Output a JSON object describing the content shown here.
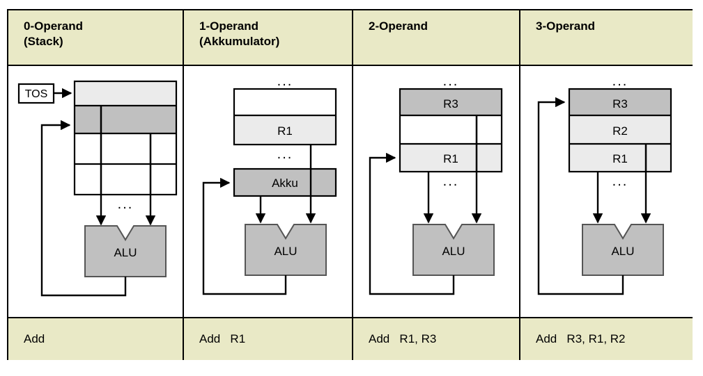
{
  "colors": {
    "header_bg": "#e9e9c6",
    "footer_bg": "#e9e9c6",
    "dark_gray": "#c0c0c0",
    "light_gray": "#ebebeb",
    "white": "#ffffff",
    "line": "#000000"
  },
  "columns": [
    {
      "id": "col-0-operand",
      "header": "0-Operand\n(Stack)",
      "instruction": "Add",
      "alu_label": "ALU",
      "pointer_label": "TOS",
      "ellipsis": "...",
      "stack_rows": [
        {
          "label": "",
          "fill": "light_gray"
        },
        {
          "label": "",
          "fill": "dark_gray"
        },
        {
          "label": "",
          "fill": "white"
        },
        {
          "label": "",
          "fill": "white"
        }
      ]
    },
    {
      "id": "col-1-operand",
      "header": "1-Operand\n(Akkumulator)",
      "instruction": "Add   R1",
      "alu_label": "ALU",
      "accumulator_label": "Akku",
      "ellipsis": "...",
      "stack_rows": [
        {
          "label": "",
          "fill": "white"
        },
        {
          "label": "R1",
          "fill": "light_gray"
        }
      ]
    },
    {
      "id": "col-2-operand",
      "header": "2-Operand",
      "instruction": "Add   R1, R3",
      "alu_label": "ALU",
      "ellipsis": "...",
      "stack_rows": [
        {
          "label": "R3",
          "fill": "dark_gray"
        },
        {
          "label": "",
          "fill": "white"
        },
        {
          "label": "R1",
          "fill": "light_gray"
        }
      ]
    },
    {
      "id": "col-3-operand",
      "header": "3-Operand",
      "instruction": "Add   R3, R1, R2",
      "alu_label": "ALU",
      "ellipsis": "...",
      "stack_rows": [
        {
          "label": "R3",
          "fill": "dark_gray"
        },
        {
          "label": "R2",
          "fill": "light_gray"
        },
        {
          "label": "R1",
          "fill": "light_gray"
        }
      ]
    }
  ]
}
